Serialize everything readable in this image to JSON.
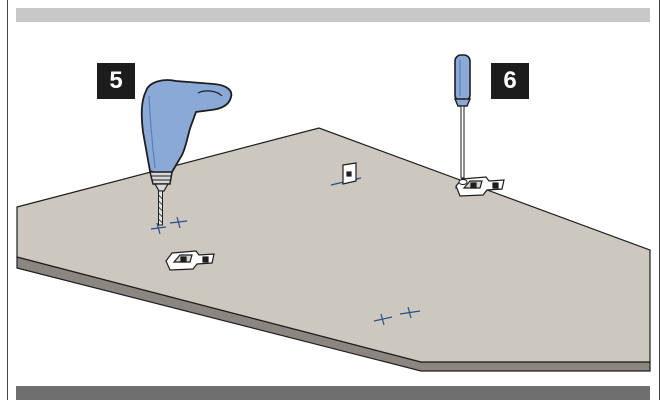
{
  "steps": [
    {
      "number": "5",
      "tool": "drill"
    },
    {
      "number": "6",
      "tool": "screwdriver"
    }
  ],
  "colors": {
    "panel_top": "#ccc7bf",
    "panel_edge": "#8c8681",
    "tool_blue": "#8aa9d6",
    "outline": "#1e1e1e",
    "top_band": "#c8c8c8",
    "bottom_band": "#6f6f6f"
  }
}
